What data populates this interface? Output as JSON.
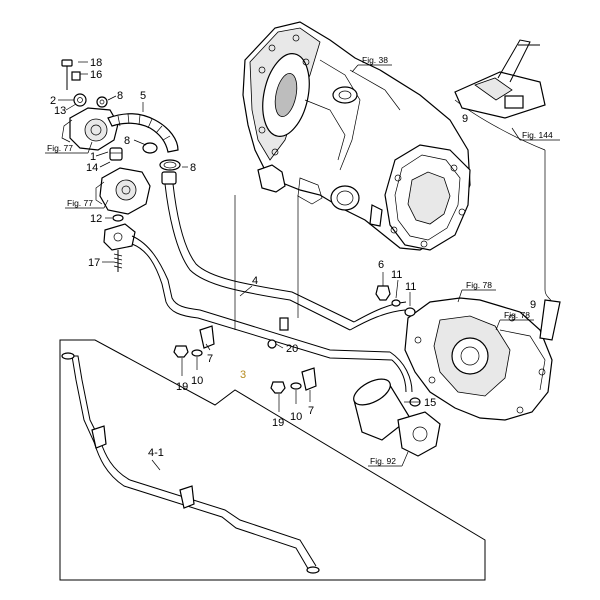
{
  "callouts": [
    {
      "id": "c18",
      "label": "18"
    },
    {
      "id": "c16",
      "label": "16"
    },
    {
      "id": "c2",
      "label": "2"
    },
    {
      "id": "c13",
      "label": "13"
    },
    {
      "id": "c8a",
      "label": "8"
    },
    {
      "id": "c5",
      "label": "5"
    },
    {
      "id": "c8b",
      "label": "8"
    },
    {
      "id": "c1",
      "label": "1"
    },
    {
      "id": "c14",
      "label": "14"
    },
    {
      "id": "c8c",
      "label": "8"
    },
    {
      "id": "c12",
      "label": "12"
    },
    {
      "id": "c17",
      "label": "17"
    },
    {
      "id": "c4",
      "label": "4"
    },
    {
      "id": "c7a",
      "label": "7"
    },
    {
      "id": "c20",
      "label": "20"
    },
    {
      "id": "c3",
      "label": "3"
    },
    {
      "id": "c19a",
      "label": "19"
    },
    {
      "id": "c10a",
      "label": "10"
    },
    {
      "id": "c19b",
      "label": "19"
    },
    {
      "id": "c10b",
      "label": "10"
    },
    {
      "id": "c7b",
      "label": "7"
    },
    {
      "id": "c6",
      "label": "6"
    },
    {
      "id": "c11a",
      "label": "11"
    },
    {
      "id": "c11b",
      "label": "11"
    },
    {
      "id": "c15",
      "label": "15"
    },
    {
      "id": "c9a",
      "label": "9"
    },
    {
      "id": "c9b",
      "label": "9"
    },
    {
      "id": "c41",
      "label": "4-1"
    }
  ],
  "figure_refs": [
    {
      "id": "f77a",
      "label": "Fig. 77"
    },
    {
      "id": "f77b",
      "label": "Fig. 77"
    },
    {
      "id": "f38",
      "label": "Fig. 38"
    },
    {
      "id": "f144",
      "label": "Fig. 144"
    },
    {
      "id": "f78a",
      "label": "Fig. 78"
    },
    {
      "id": "f78b",
      "label": "Fig. 78"
    },
    {
      "id": "f92",
      "label": "Fig. 92"
    }
  ],
  "colors": {
    "line": "#000000",
    "background": "#ffffff",
    "highlight_callout": "#b58a1e"
  }
}
